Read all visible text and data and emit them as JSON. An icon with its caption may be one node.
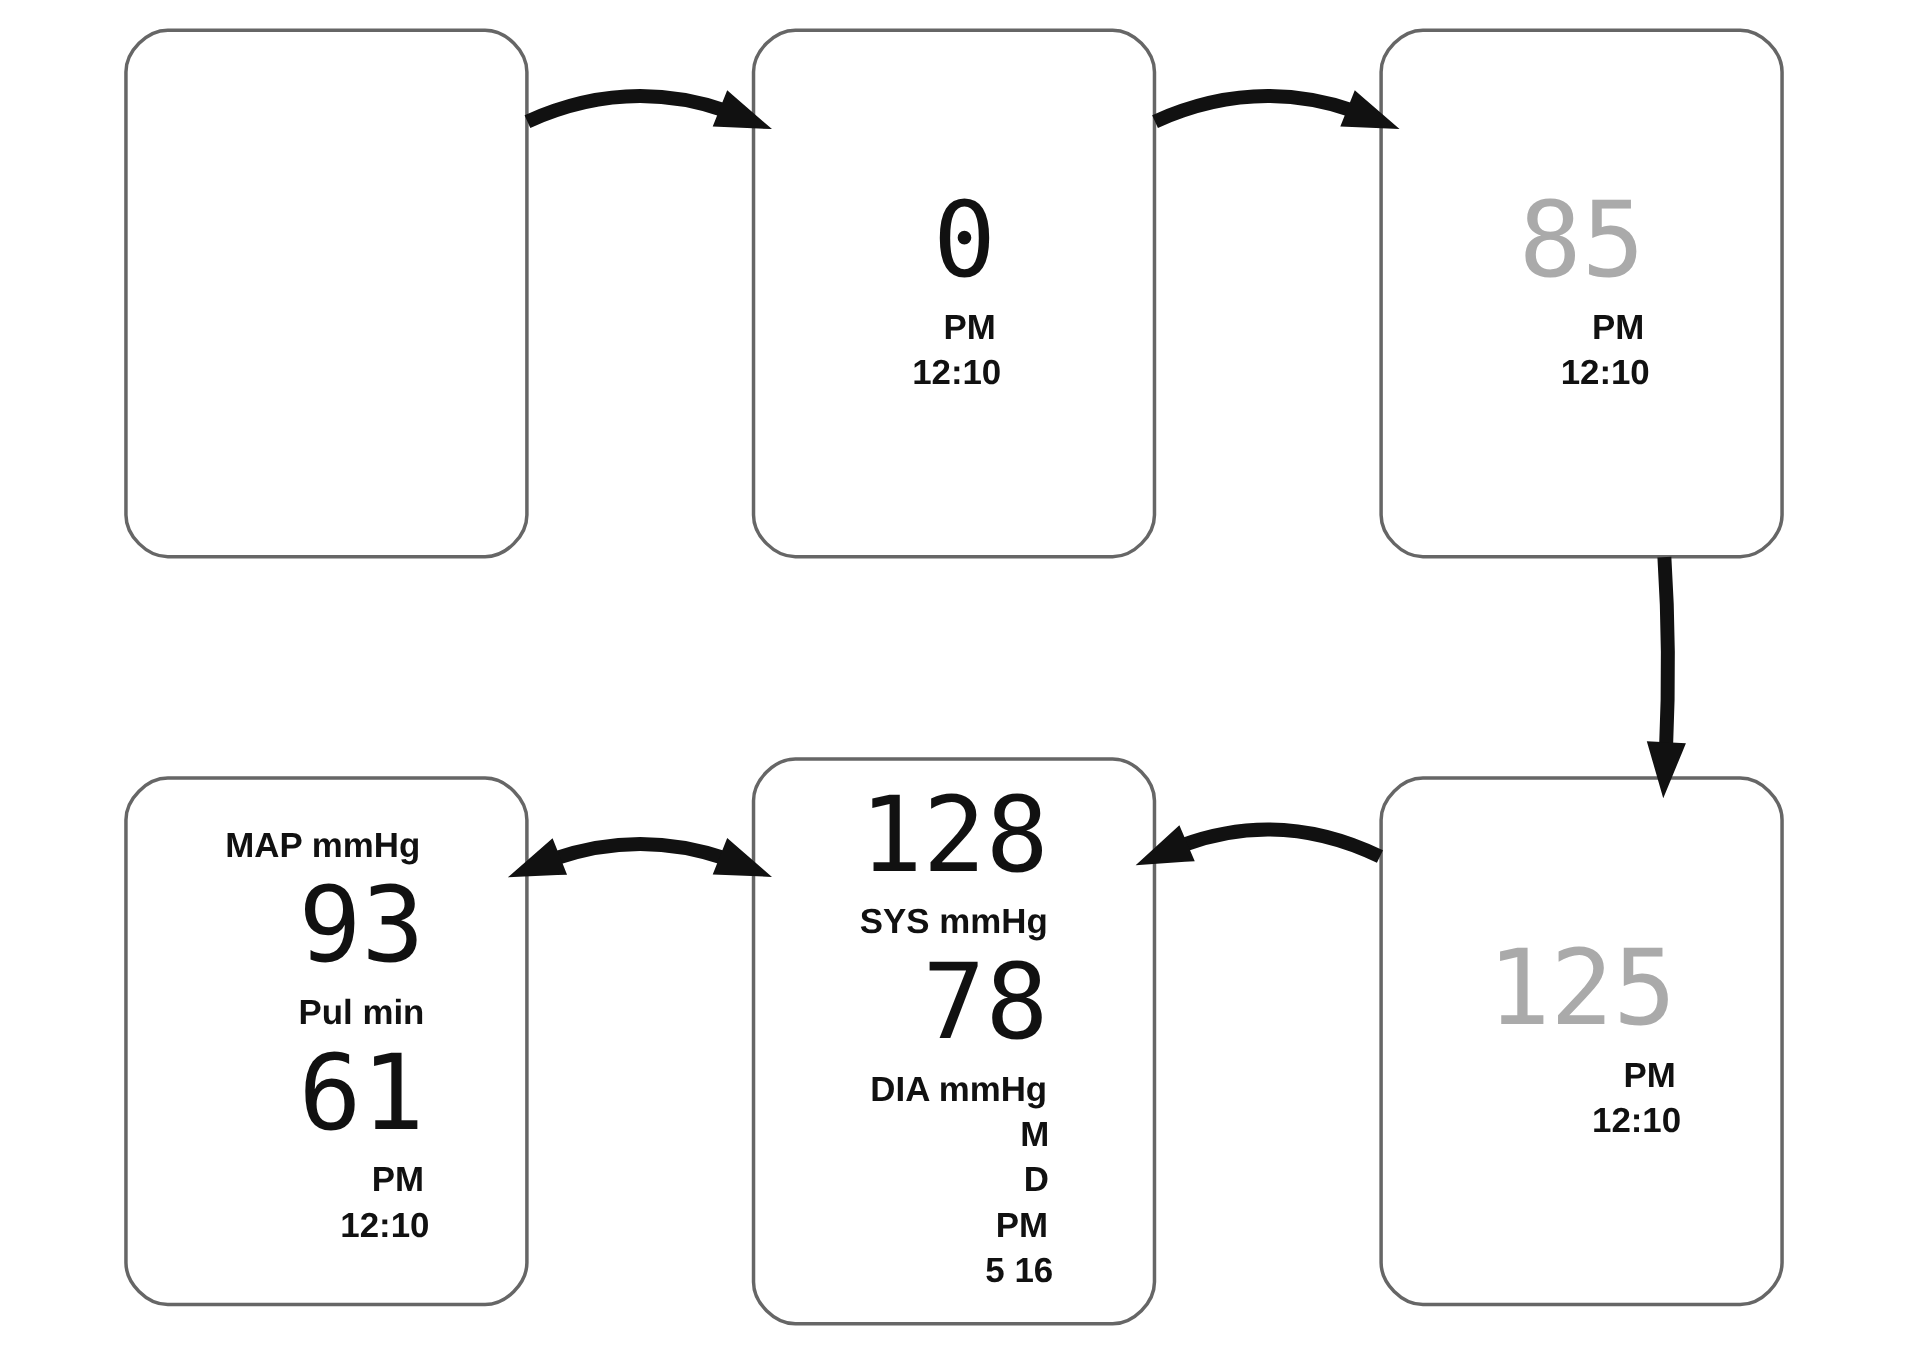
{
  "diagram": {
    "nodes": [
      {
        "text": [],
        "shape": "box"
      },
      {
        "text": [
          "0",
          "PM",
          "12:10"
        ]
      },
      {
        "text": [
          "85",
          "PM",
          "12:10"
        ]
      },
      {
        "text": [
          "125",
          "PM",
          "12:10"
        ]
      },
      {
        "text": [
          "128",
          "SYS mmHg",
          "78",
          "DIA mmHg",
          "M",
          "D",
          "PM",
          "5 16"
        ]
      },
      {
        "text": [
          "MAP mmHg",
          "93",
          "Pul min",
          "61",
          "PM",
          "12:10"
        ]
      }
    ],
    "edges": [
      {
        "from": 0,
        "to": 1,
        "arrow": "to"
      },
      {
        "from": 1,
        "to": 2,
        "arrow": "to"
      },
      {
        "from": 2,
        "to": 3,
        "arrow": "to"
      },
      {
        "from": 3,
        "to": 4,
        "arrow": "to"
      },
      {
        "from": 4,
        "to": 5,
        "arrow": "both"
      }
    ]
  }
}
